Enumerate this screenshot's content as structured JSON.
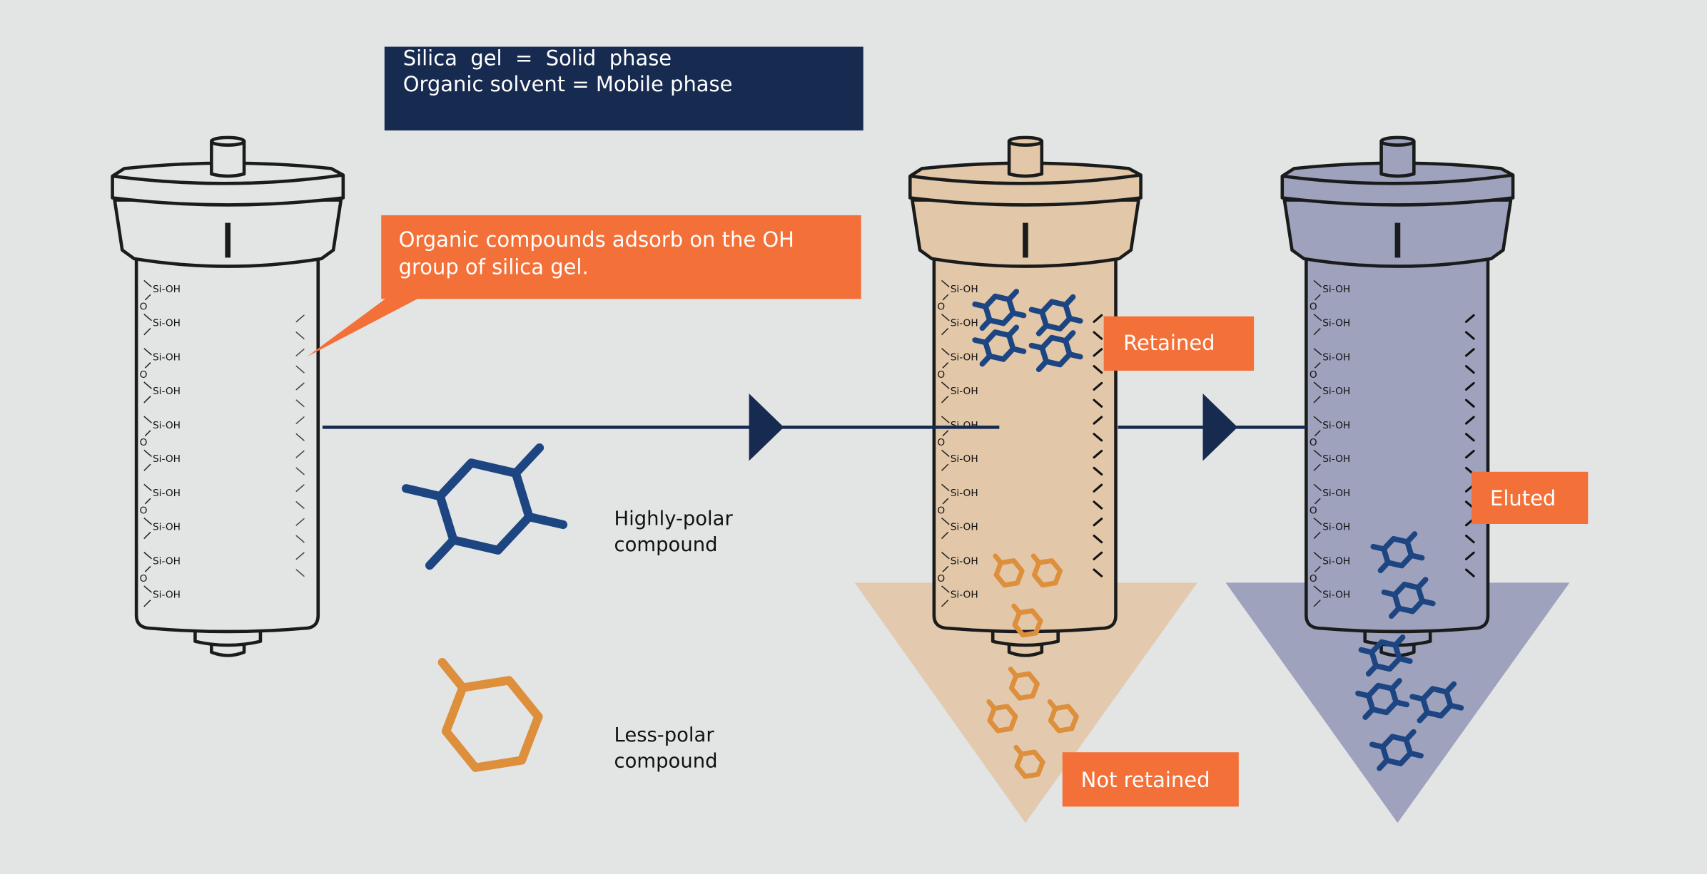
{
  "info_box": {
    "line1": "Silica  gel  =  Solid  phase",
    "line2": "Organic solvent = Mobile phase"
  },
  "callout": {
    "line1": "Organic compounds adsorb on the OH",
    "line2": "group of silica gel."
  },
  "silanol": {
    "group": "Si-OH",
    "bridge": "O"
  },
  "legend": {
    "polar_line1": "Highly-polar",
    "polar_line2": "compound",
    "nonpolar_line1": "Less-polar",
    "nonpolar_line2": "compound"
  },
  "labels": {
    "retained": "Retained",
    "eluted": "Eluted",
    "not_retained": "Not retained"
  },
  "colors": {
    "background": "#e3e5e4",
    "navy": "#172a50",
    "orange_label": "#f37038",
    "polar_compound": "#1c4582",
    "less_polar_compound": "#dd8f3c",
    "column_loaded": "#e2c7a8",
    "column_eluting": "#9ea2bd",
    "outline": "#1a1c1c"
  }
}
